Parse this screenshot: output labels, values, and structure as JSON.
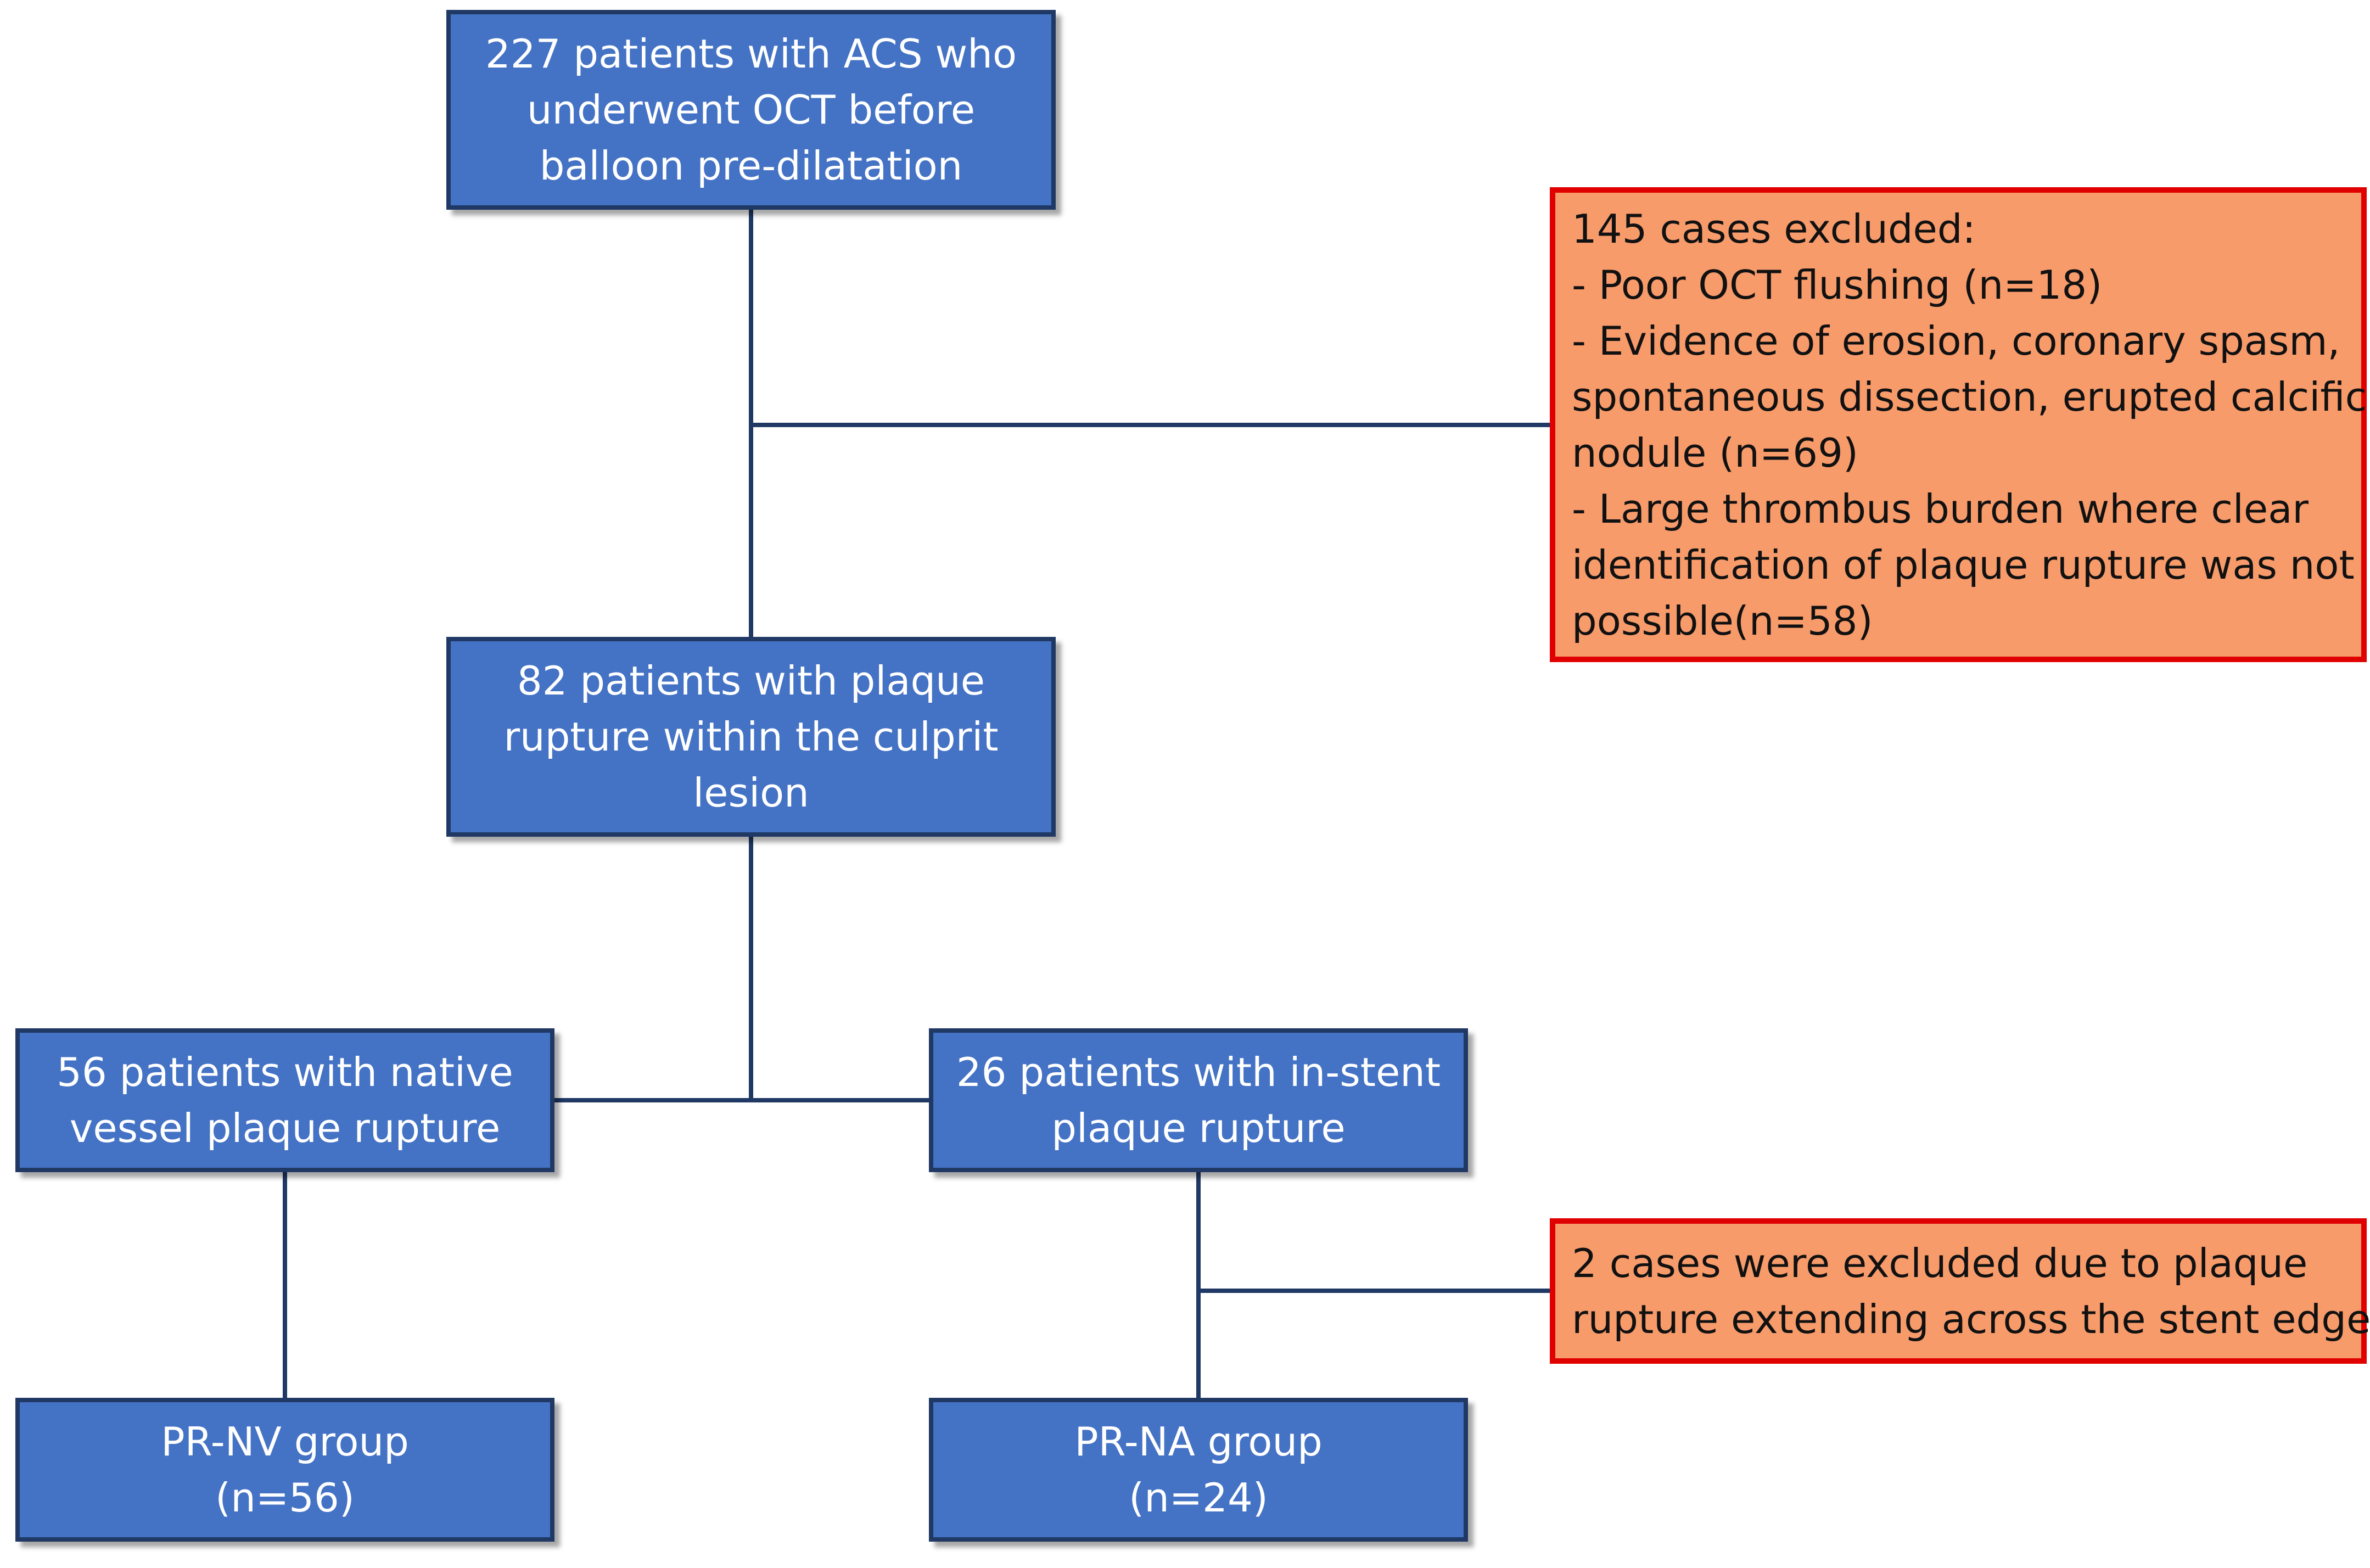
{
  "boxes": {
    "enrolled": {
      "lines": [
        "227 patients with ACS who",
        "underwent OCT before",
        "balloon pre-dilatation"
      ],
      "fill": "#4472c4",
      "border": "#1f3864"
    },
    "excluded_main": {
      "lines": [
        "145 cases excluded:",
        "- Poor OCT flushing (n=18)",
        "- Evidence of erosion, coronary spasm,",
        "spontaneous dissection, erupted calcific",
        "nodule (n=69)",
        "- Large thrombus burden where clear",
        "identification of plaque rupture was not",
        "possible(n=58)"
      ],
      "fill": "#f79b6b",
      "border": "#e00000"
    },
    "plaque_rupture": {
      "lines": [
        "82 patients with plaque",
        "rupture within the culprit",
        "lesion"
      ]
    },
    "native_vessel": {
      "lines": [
        "56 patients with native",
        "vessel plaque rupture"
      ]
    },
    "in_stent": {
      "lines": [
        "26 patients with in-stent",
        "plaque rupture"
      ]
    },
    "excluded_stent": {
      "lines": [
        "2 cases were excluded due to plaque",
        "rupture extending across the stent edge"
      ]
    },
    "pr_nv": {
      "lines": [
        "PR-NV group",
        "(n=56)"
      ]
    },
    "pr_na": {
      "lines": [
        "PR-NA group",
        "(n=24)"
      ]
    }
  },
  "connector_color": "#1f3864"
}
